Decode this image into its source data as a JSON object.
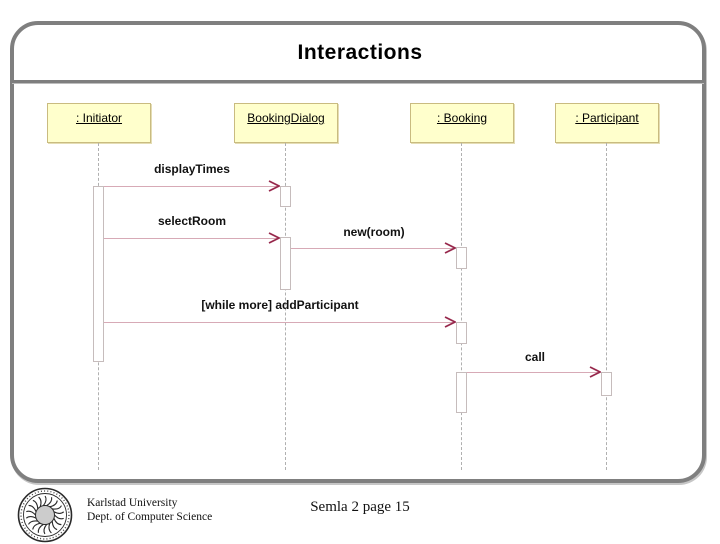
{
  "slide": {
    "title": "Interactions",
    "footer": {
      "org_line1": "Karlstad University",
      "org_line2": "Dept. of Computer Science",
      "page_label": "Semla 2 page 15",
      "logo_icon": "karlstad-university-seal"
    }
  },
  "diagram": {
    "type": "uml-sequence-diagram",
    "objects": [
      {
        "label": ": Initiator"
      },
      {
        "label": "BookingDialog"
      },
      {
        "label": ": Booking"
      },
      {
        "label": ": Participant"
      }
    ],
    "messages": [
      {
        "label": "displayTimes",
        "from": ": Initiator",
        "to": "BookingDialog"
      },
      {
        "label": "selectRoom",
        "from": ": Initiator",
        "to": "BookingDialog"
      },
      {
        "label": "new(room)",
        "from": "BookingDialog",
        "to": ": Booking"
      },
      {
        "label": "[while more] addParticipant",
        "from": ": Initiator",
        "to": ": Booking"
      },
      {
        "label": "call",
        "from": ": Booking",
        "to": ": Participant"
      }
    ],
    "colors": {
      "object_fill": "#ffffcc",
      "object_border": "#c9bb80",
      "message_line": "#d7aab6",
      "arrowhead": "#97284c",
      "lifeline": "#b0b0b0",
      "frame": "#7f7f7f"
    }
  }
}
